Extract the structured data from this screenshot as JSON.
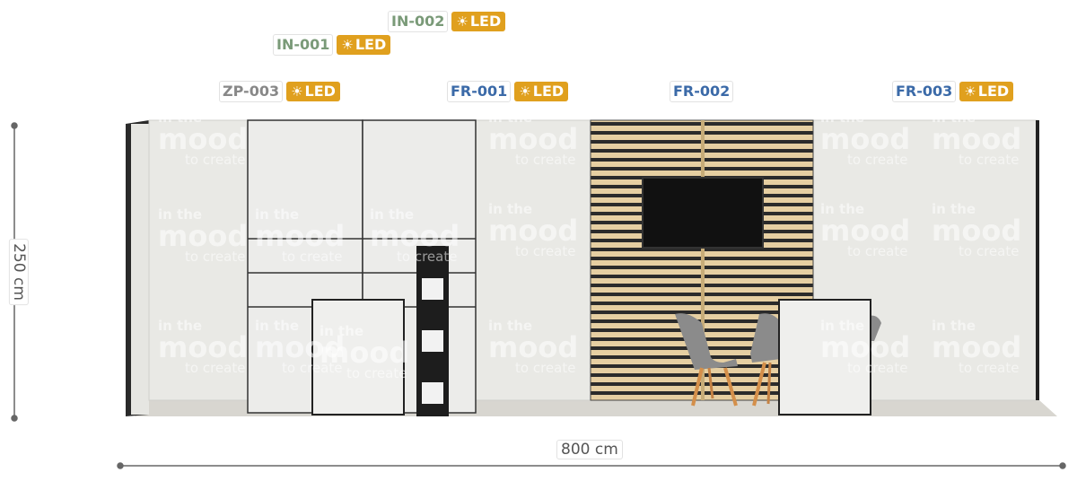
{
  "colors": {
    "led_badge": "#e0a01e",
    "code_green": "#7a9a78",
    "code_gray": "#888888",
    "code_blue": "#3b6aa8"
  },
  "tags": [
    {
      "code": "IN-002",
      "color": "#7a9a78",
      "led": true
    },
    {
      "code": "IN-001",
      "color": "#7a9a78",
      "led": true
    },
    {
      "code": "ZP-003",
      "color": "#888888",
      "led": true
    },
    {
      "code": "FR-001",
      "color": "#3b6aa8",
      "led": true
    },
    {
      "code": "FR-002",
      "color": "#3b6aa8",
      "led": false
    },
    {
      "code": "FR-003",
      "color": "#3b6aa8",
      "led": true
    }
  ],
  "led_label": "LED",
  "led_icon": "sun-icon",
  "dimensions": {
    "height_label": "250 cm",
    "width_label": "800 cm"
  },
  "watermark": {
    "line1": "in the",
    "line2": "mood",
    "line3": "to create"
  }
}
